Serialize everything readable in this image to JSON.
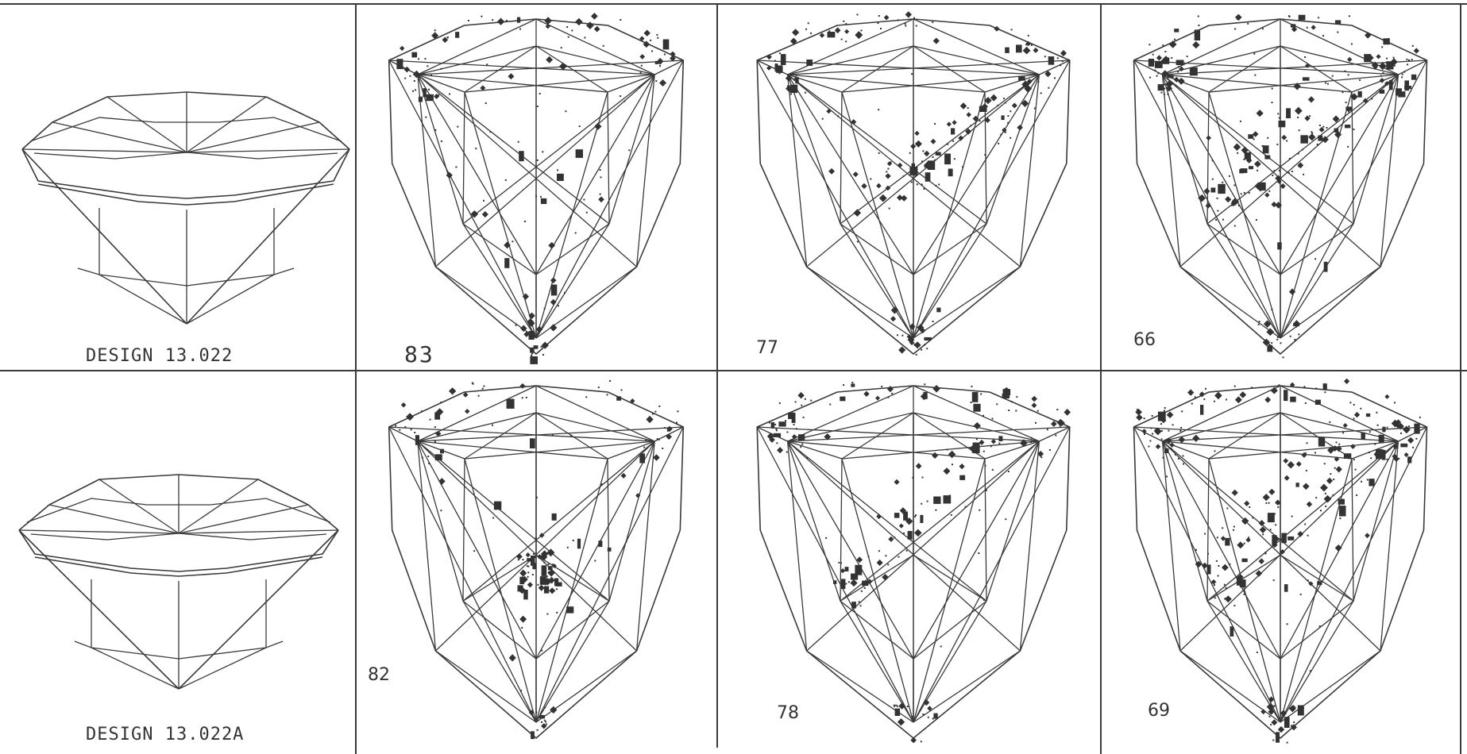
{
  "figure": {
    "rows": [
      {
        "design_label": "DESIGN 13.022",
        "scores": [
          "83",
          "77",
          "66"
        ]
      },
      {
        "design_label": "DESIGN 13.022A",
        "scores": [
          "82",
          "78",
          "69"
        ]
      }
    ]
  },
  "colors": {
    "ink": "#333333",
    "background": "#ffffff"
  }
}
